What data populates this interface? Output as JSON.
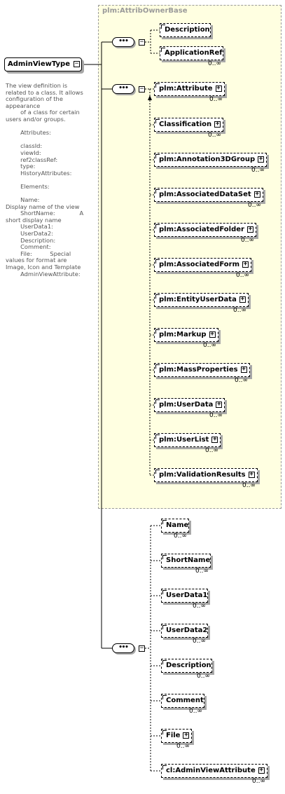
{
  "root": {
    "label": "AdminViewType",
    "expander": "−"
  },
  "base": {
    "title": "plm:AttribOwnerBase"
  },
  "documentation": "The view definition is related to a class. It allows configuration of the appearance\n        of a class for certain users and/or groups.\n\n        Attributes:\n\n        classId:\n        viewId:\n        ref2classRef:\n        type:\n        HistoryAttributes:\n\n        Elements:\n\n        Name:\nDisplay name of the view\n        ShortName:\t\tA short display name\n        UserData1:\n        UserData2:\n        Description:\n        Comment:\n        File:\t\tSpecial values for format are Image, Icon and Template\n        AdminViewAttribute:",
  "sequence_glyph": "•••",
  "group1": [
    {
      "label": "Description",
      "occurrence": ""
    },
    {
      "label": "ApplicationRef",
      "occurrence": "0..∞"
    }
  ],
  "group2": [
    {
      "label": "plm:Attribute",
      "occurrence": "0..∞",
      "plus": true
    },
    {
      "label": "Classification",
      "occurrence": "0..∞",
      "plus": true
    },
    {
      "label": "plm:Annotation3DGroup",
      "occurrence": "0..∞",
      "plus": true
    },
    {
      "label": "plm:AssociatedDataSet",
      "occurrence": "0..∞",
      "plus": true
    },
    {
      "label": "plm:AssociatedFolder",
      "occurrence": "0..∞",
      "plus": true
    },
    {
      "label": "plm:AssociatedForm",
      "occurrence": "0..∞",
      "plus": true
    },
    {
      "label": "plm:EntityUserData",
      "occurrence": "0..∞",
      "plus": true
    },
    {
      "label": "plm:Markup",
      "occurrence": "0..∞",
      "plus": true
    },
    {
      "label": "plm:MassProperties",
      "occurrence": "0..∞",
      "plus": true
    },
    {
      "label": "plm:UserData",
      "occurrence": "0..∞",
      "plus": true
    },
    {
      "label": "plm:UserList",
      "occurrence": "0..∞",
      "plus": true
    },
    {
      "label": "plm:ValidationResults",
      "occurrence": "0..∞",
      "plus": true
    }
  ],
  "group3": [
    {
      "label": "Name",
      "occurrence": "0..∞"
    },
    {
      "label": "ShortName",
      "occurrence": "0..∞"
    },
    {
      "label": "UserData1",
      "occurrence": "0..∞"
    },
    {
      "label": "UserData2",
      "occurrence": "0..∞"
    },
    {
      "label": "Description",
      "occurrence": "0..∞"
    },
    {
      "label": "Comment",
      "occurrence": "0..∞"
    },
    {
      "label": "File",
      "occurrence": "0..∞",
      "plus": true
    },
    {
      "label": "cl:AdminViewAttribute",
      "occurrence": "0..∞",
      "plus": true
    }
  ]
}
